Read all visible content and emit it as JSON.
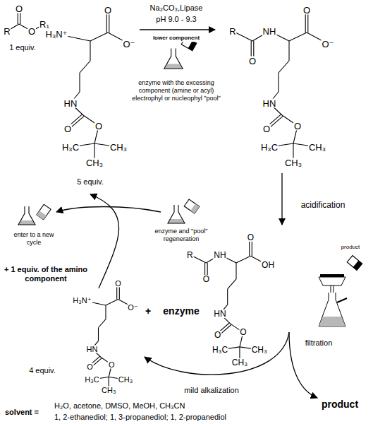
{
  "diagram": {
    "labels": [
      "O",
      "R",
      "O",
      "R₁",
      "1 equiv.",
      "O",
      "H₃N⁺",
      "O⁻",
      "HN",
      "O",
      "O",
      "H₃C",
      "CH₃",
      "CH₃",
      "5 equiv.",
      "Na₂CO₃,Lipase",
      "pH 9.0 - 9.3",
      "lower component",
      "enzyme with the excessing component (amine or acyl) electrophyl or nucleophyl \"pool\"",
      "O",
      "R",
      "NH",
      "O⁻",
      "O",
      "HN",
      "O",
      "O",
      "H₃C",
      "CH₃",
      "CH₃",
      "acidification",
      "O",
      "R",
      "NH",
      "OH",
      "O",
      "HN",
      "O",
      "O",
      "H₃C",
      "CH₃",
      "CH₃",
      "filtration",
      "product",
      "mild alkalization",
      "product",
      "+",
      "enzyme",
      "O",
      "H₃N⁺",
      "O⁻",
      "HN",
      "O",
      "O",
      "H₃C",
      "CH₃",
      "CH₃",
      "4 equiv.",
      "enzyme and \"pool\" regeneration",
      "enter to a new cycle",
      "+ 1 equiv. of the amino component",
      "solvent =",
      "H₂O, acetone, DMSO, MeOH, CH₃CN",
      "1, 2-ethanediol; 1, 3-propanediol; 1, 2-propanediol"
    ]
  }
}
